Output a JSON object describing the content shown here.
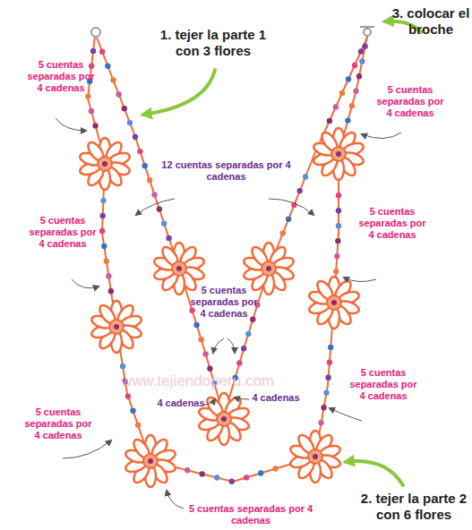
{
  "diagram": {
    "labels": [
      "1. tejer la parte 1 con 3 flores",
      "3. colocar el broche",
      "5 cuentas separadas por 4 cadenas",
      "5 cuentas separadas por 4 cadenas",
      "12 cuentas separadas por 4 cadenas",
      "5 cuentas separadas por 4 cadenas",
      "5 cuentas separadas por 4 cadenas",
      "5 cuentas separadas por 4 cadenas",
      "5 cuentas separadas por 4 cadenas",
      "4 cadenas",
      "4 cadenas",
      "5 cuentas separadas por 4 cadenas",
      "www.tejiendoperu.com",
      "5 cuentas separadas por 4 cadenas",
      "2. tejer la parte 2 con 6 flores"
    ]
  }
}
